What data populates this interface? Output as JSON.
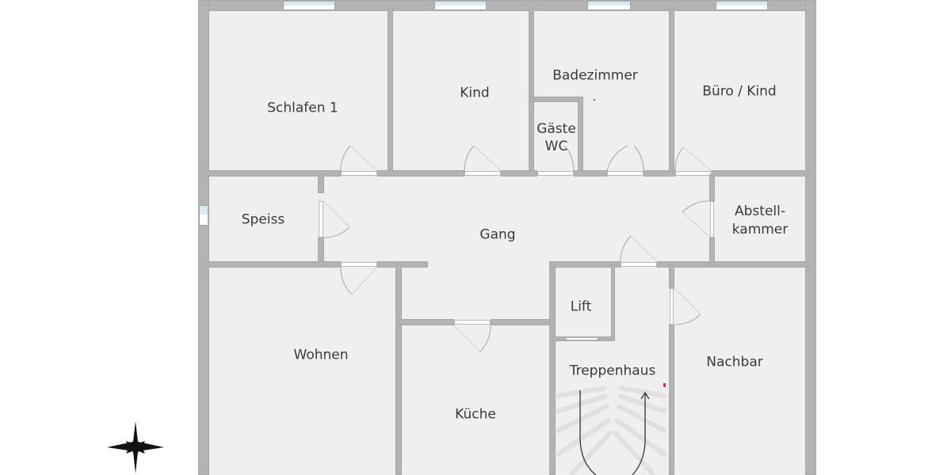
{
  "floor_plan": {
    "rooms": [
      {
        "id": "schlafen1",
        "label": "Schlafen 1"
      },
      {
        "id": "kind",
        "label": "Kind"
      },
      {
        "id": "badezimmer",
        "label": "Badezimmer"
      },
      {
        "id": "gaeste_wc",
        "label_line1": "Gäste",
        "label_line2": "WC"
      },
      {
        "id": "buero_kind",
        "label": "Büro / Kind"
      },
      {
        "id": "speiss",
        "label": "Speiss"
      },
      {
        "id": "gang",
        "label": "Gang"
      },
      {
        "id": "abstellkammer",
        "label_line1": "Abstell-",
        "label_line2": "kammer"
      },
      {
        "id": "lift",
        "label": "Lift"
      },
      {
        "id": "wohnen",
        "label": "Wohnen"
      },
      {
        "id": "kueche",
        "label": "Küche"
      },
      {
        "id": "treppenhaus",
        "label": "Treppenhaus"
      },
      {
        "id": "nachbar",
        "label": "Nachbar"
      }
    ],
    "compass": {
      "icon": "compass-star-icon"
    },
    "colors": {
      "wall": "#b3b3b3",
      "floor": "#efefef",
      "text": "#3a3a3a",
      "background": "#ffffff",
      "marker": "#d0304a"
    }
  }
}
